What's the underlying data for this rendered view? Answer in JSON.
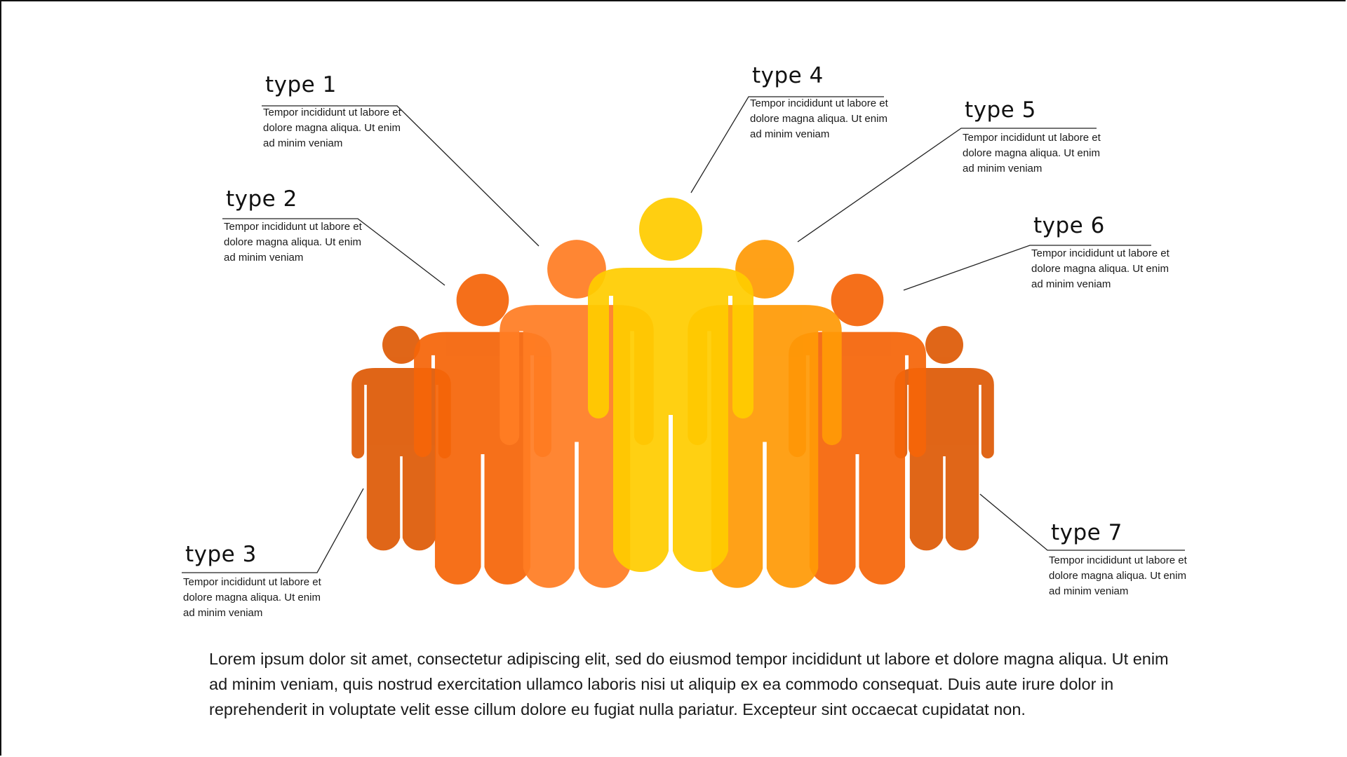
{
  "colors": {
    "person_far_outer": "#de5a06",
    "person_outer": "#f56509",
    "person_inner_left": "#ff7d24",
    "person_inner_right": "#ff9a06",
    "person_center": "#ffcc00",
    "overlap_red": "#f21e00",
    "line": "#222222"
  },
  "callouts": [
    {
      "title": "type 1",
      "text": "Tempor incididunt ut labore et dolore magna aliqua. Ut enim ad minim veniam"
    },
    {
      "title": "type 2",
      "text": "Tempor incididunt ut labore et dolore magna aliqua. Ut enim ad minim veniam"
    },
    {
      "title": "type 3",
      "text": "Tempor incididunt ut labore et dolore magna aliqua. Ut enim ad minim veniam"
    },
    {
      "title": "type 4",
      "text": "Tempor incididunt ut labore et dolore magna aliqua. Ut enim ad minim veniam"
    },
    {
      "title": "type 5",
      "text": "Tempor incididunt ut labore et dolore magna aliqua. Ut enim ad minim veniam"
    },
    {
      "title": "type 6",
      "text": "Tempor incididunt ut labore et dolore magna aliqua. Ut enim ad minim veniam"
    },
    {
      "title": "type 7",
      "text": "Tempor incididunt ut labore et dolore magna aliqua. Ut enim ad minim veniam"
    }
  ],
  "body_text": "Lorem ipsum dolor sit amet, consectetur adipiscing elit, sed do eiusmod tempor incididunt ut labore et dolore magna aliqua. Ut enim ad minim veniam, quis nostrud exercitation ullamco laboris nisi ut aliquip ex ea commodo consequat. Duis aute irure dolor in reprehenderit in voluptate velit esse cillum dolore eu fugiat nulla pariatur. Excepteur sint occaecat cupidatat non."
}
